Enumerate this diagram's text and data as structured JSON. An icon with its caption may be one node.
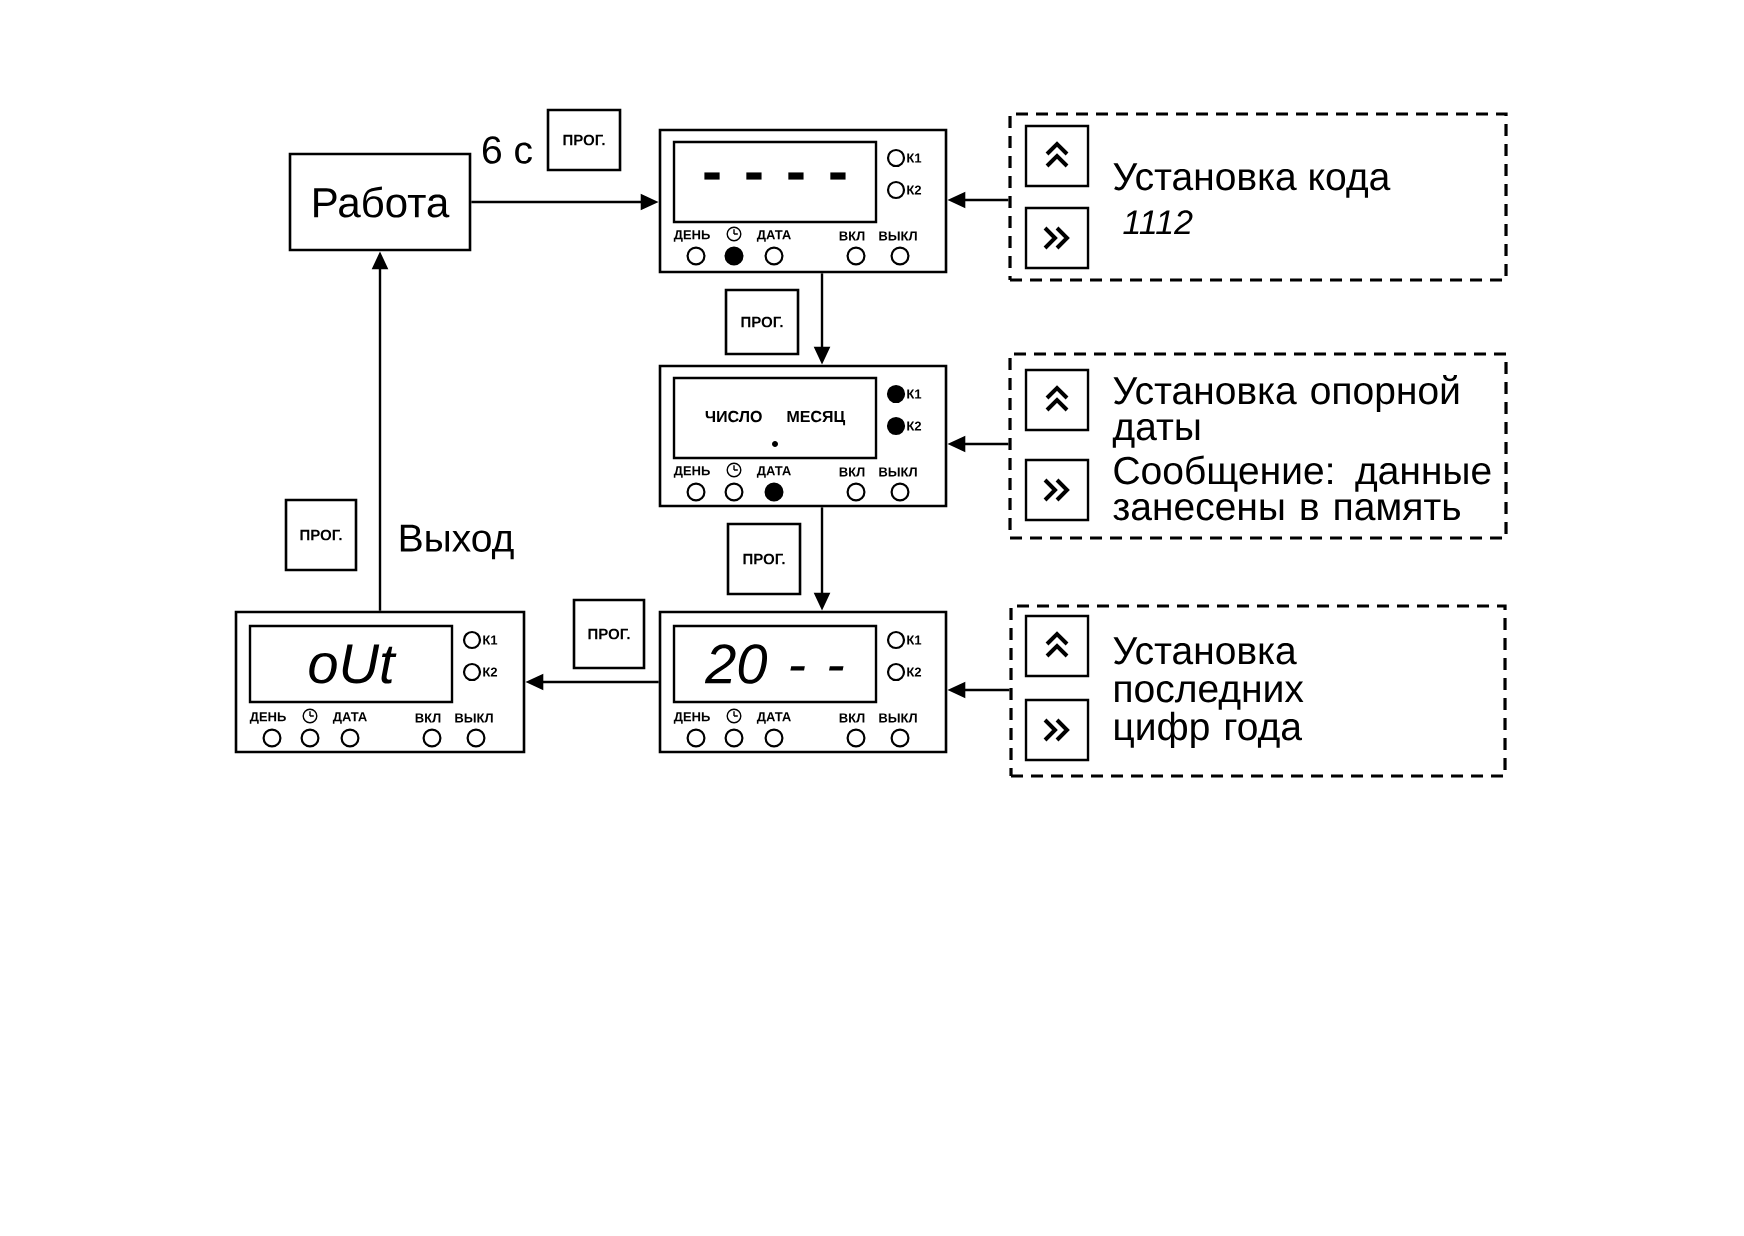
{
  "diagram": {
    "nodes": [
      {
        "text": [
          "Работа"
        ]
      },
      {
        "text": [
          "ПРОГ."
        ]
      },
      {
        "text": [
          "К1",
          "К2",
          "ДЕНЬ",
          "ДАТА",
          "ВКЛ",
          "ВЫКЛ"
        ]
      },
      {
        "text": [
          "- - - -"
        ],
        "in": 2
      },
      {
        "text": [
          "Установка кода",
          "1112"
        ]
      },
      {
        "text": [
          "ПРОГ."
        ]
      },
      {
        "text": [
          "К1",
          "К2",
          "ДЕНЬ",
          "ДАТА",
          "ВКЛ",
          "ВЫКЛ"
        ]
      },
      {
        "text": [
          "ЧИСЛО МЕСЯЦ"
        ],
        "in": 6
      },
      {
        "text": [
          "Установка опорной даты",
          "Сообщение: данные занесены в память"
        ]
      },
      {
        "text": [
          "ПРОГ."
        ]
      },
      {
        "text": [
          "ПРОГ."
        ]
      },
      {
        "text": [
          "К1",
          "К2",
          "ДЕНЬ",
          "ДАТА",
          "ВКЛ",
          "ВЫКЛ"
        ]
      },
      {
        "text": [
          "oUt"
        ],
        "in": 11
      },
      {
        "text": [
          "ПРОГ."
        ]
      },
      {
        "text": [
          "К1",
          "К2",
          "ДЕНЬ",
          "ДАТА",
          "ВКЛ",
          "ВЫКЛ"
        ]
      },
      {
        "text": [
          "20 - -"
        ],
        "in": 14
      },
      {
        "text": [
          "Установка последних цифр года"
        ]
      }
    ],
    "edges": [
      {
        "from": 0,
        "to": 2,
        "arrow": "to",
        "label": "6 с"
      },
      {
        "from": 4,
        "to": 2,
        "arrow": "to"
      },
      {
        "from": 2,
        "to": 6,
        "arrow": "to"
      },
      {
        "from": 8,
        "to": 6,
        "arrow": "to"
      },
      {
        "from": 6,
        "to": 14,
        "arrow": "to"
      },
      {
        "from": 16,
        "to": 14,
        "arrow": "to"
      },
      {
        "from": 14,
        "to": 11,
        "arrow": "to"
      },
      {
        "from": 11,
        "to": 0,
        "arrow": "to",
        "label": "Выход"
      }
    ]
  }
}
